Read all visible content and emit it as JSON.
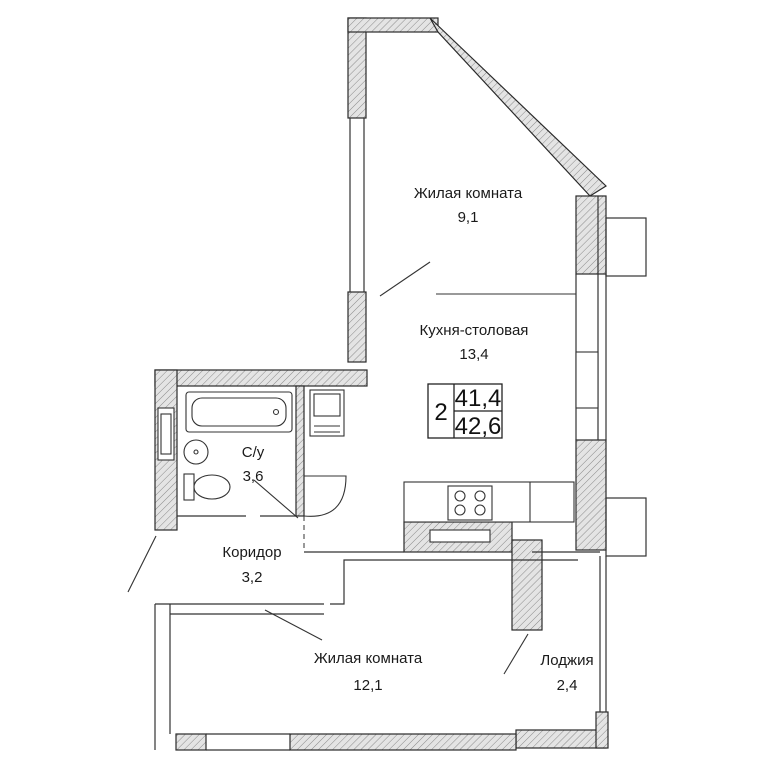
{
  "rooms": {
    "living_top": {
      "name": "Жилая комната",
      "area": "9,1"
    },
    "kitchen": {
      "name": "Кухня-столовая",
      "area": "13,4"
    },
    "bathroom": {
      "name": "С/у",
      "area": "3,6"
    },
    "corridor": {
      "name": "Коридор",
      "area": "3,2"
    },
    "living_bottom": {
      "name": "Жилая комната",
      "area": "12,1"
    },
    "loggia": {
      "name": "Лоджия",
      "area": "2,4"
    }
  },
  "summary": {
    "room_count": "2",
    "living_area": "41,4",
    "total_area": "42,6"
  },
  "colors": {
    "wall_fill": "#dcdcdc",
    "wall_stroke": "#2a2a2a",
    "line": "#333333"
  }
}
